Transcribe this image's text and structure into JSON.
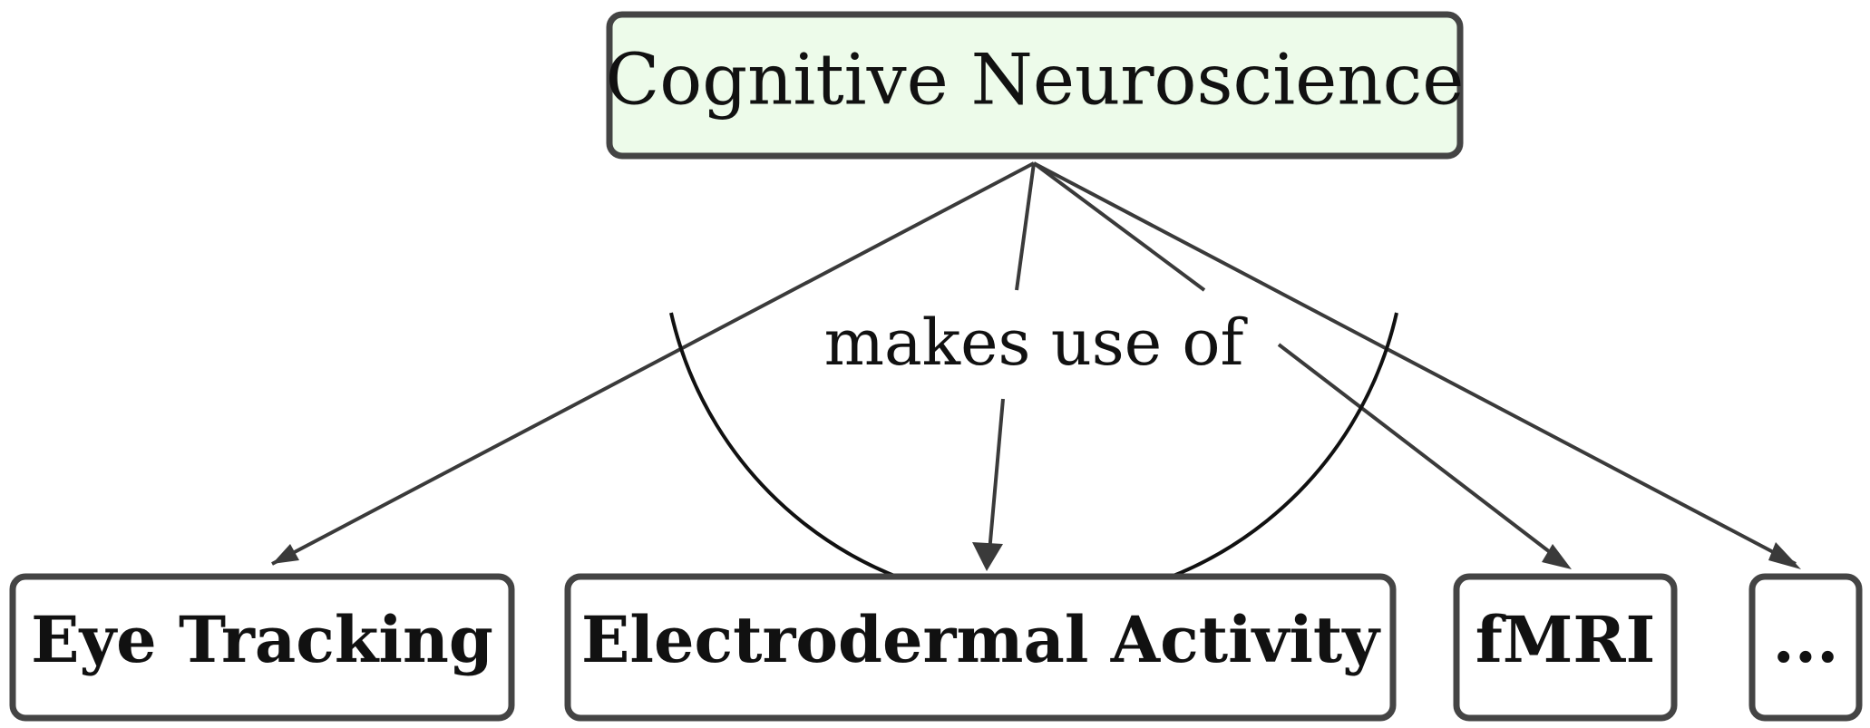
{
  "root": {
    "label": "Cognitive Neuroscience",
    "fill": "#edfbea",
    "stroke": "#444444"
  },
  "relation": {
    "label": "makes use of"
  },
  "children": [
    {
      "label": "Eye Tracking"
    },
    {
      "label": "Electrodermal Activity"
    },
    {
      "label": "fMRI"
    },
    {
      "label": "..."
    }
  ],
  "colors": {
    "edge": "#3a3a3a",
    "arc": "#111111",
    "child_fill": "#ffffff",
    "child_stroke": "#444444"
  }
}
